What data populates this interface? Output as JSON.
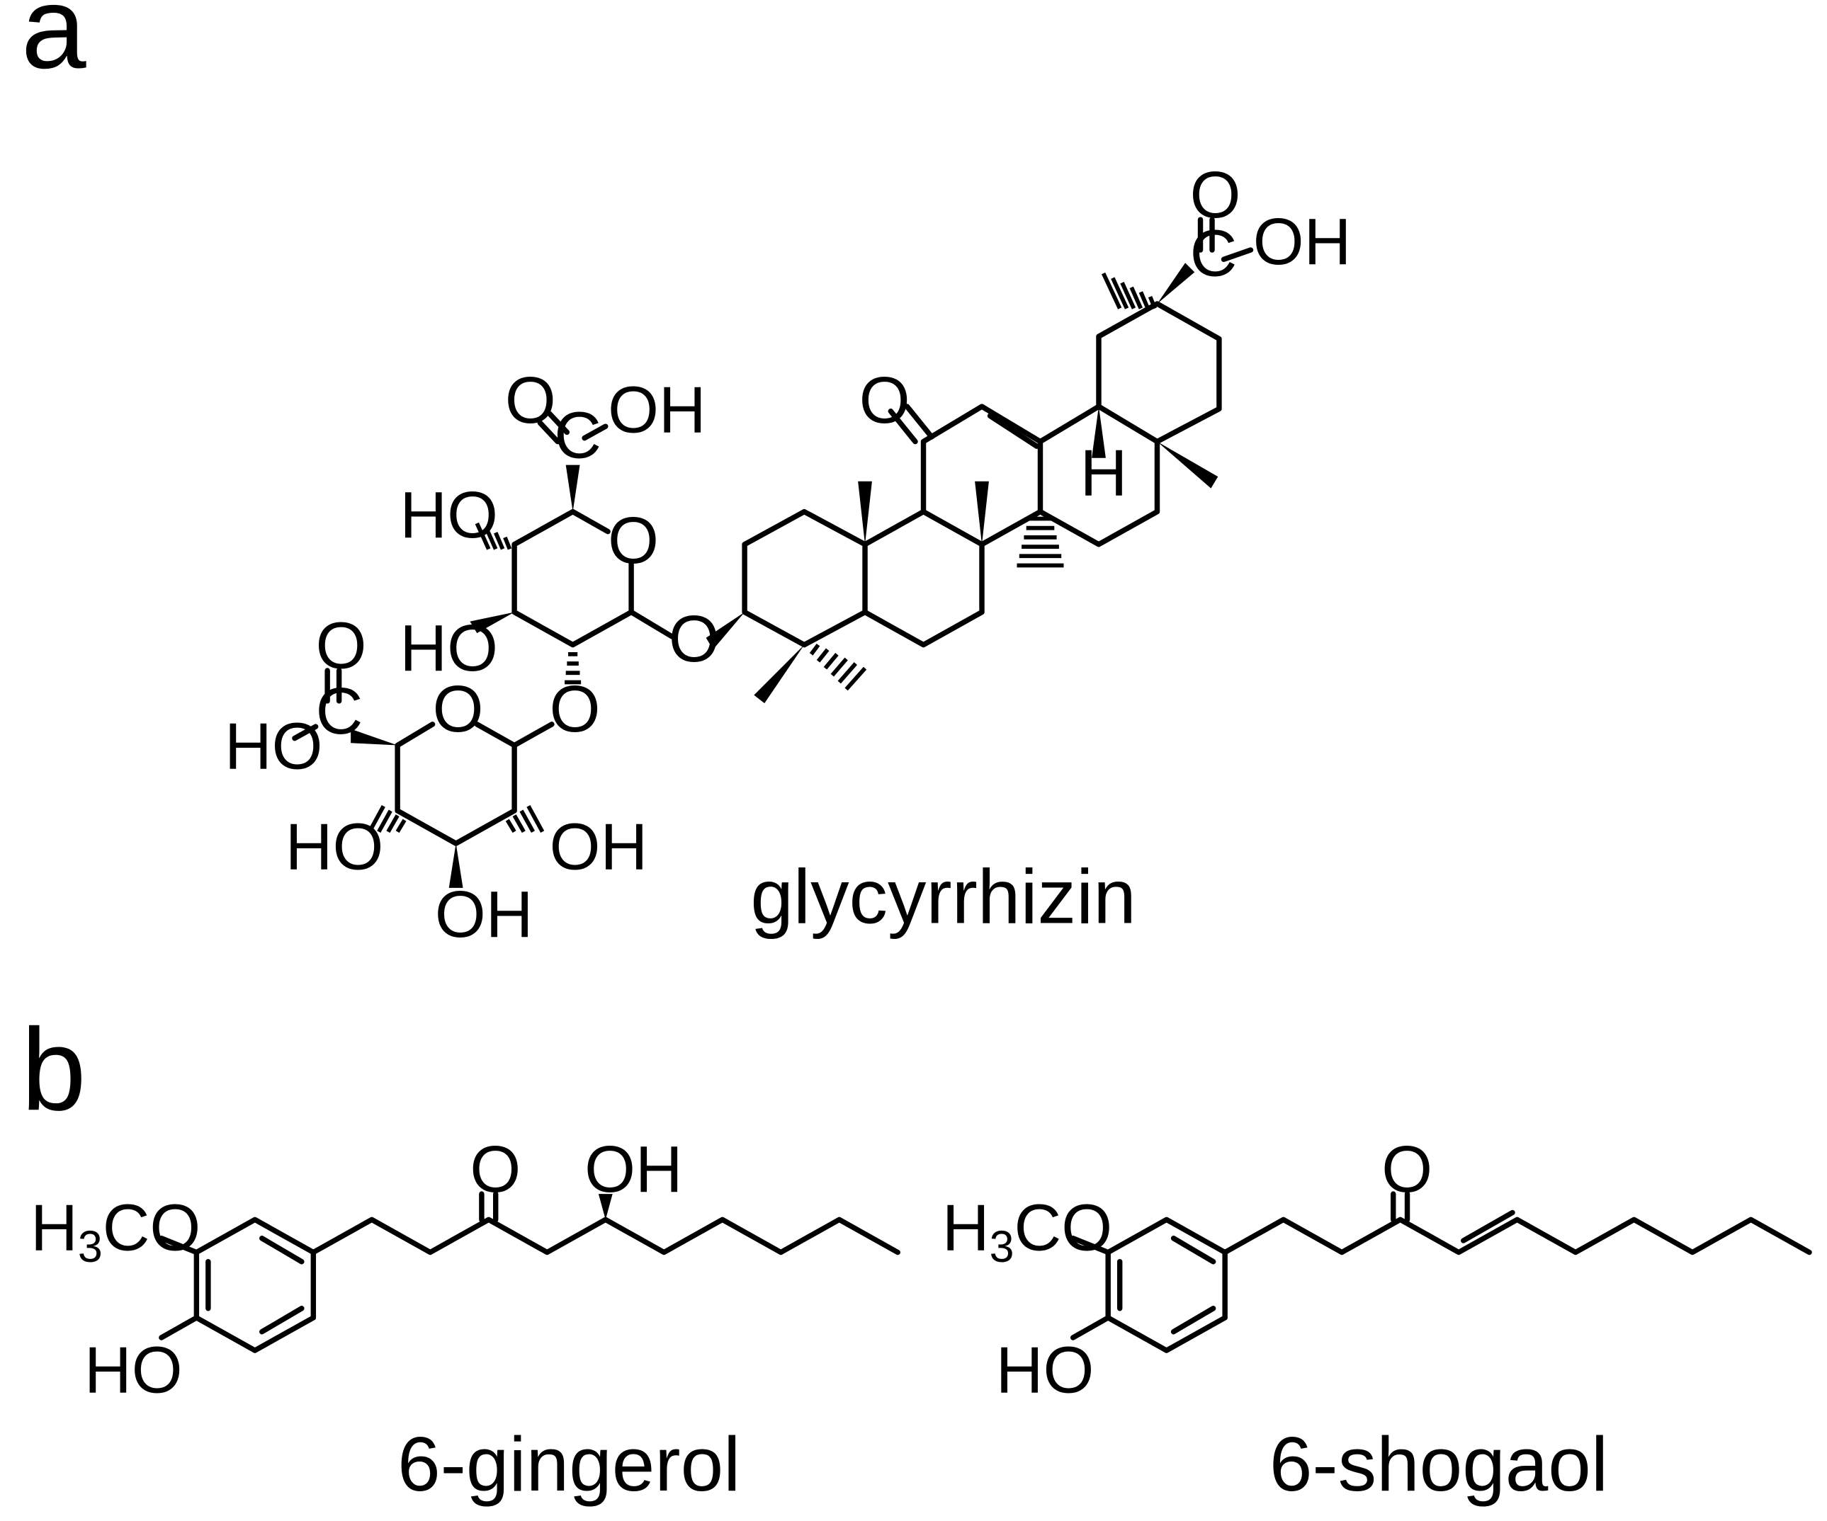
{
  "panels": {
    "a": {
      "label": "a",
      "molecules": [
        "glycyrrhizin"
      ]
    },
    "b": {
      "label": "b",
      "molecules": [
        "6-gingerol",
        "6-shogaol"
      ]
    }
  },
  "atom_labels": {
    "O": "O",
    "OH": "OH",
    "HO": "HO",
    "C": "C",
    "H": "H",
    "H3CO_prefix": "H",
    "H3CO_sub": "3",
    "H3CO_suffix": "CO"
  },
  "colors": {
    "ink": "#000000",
    "background": "#ffffff"
  }
}
